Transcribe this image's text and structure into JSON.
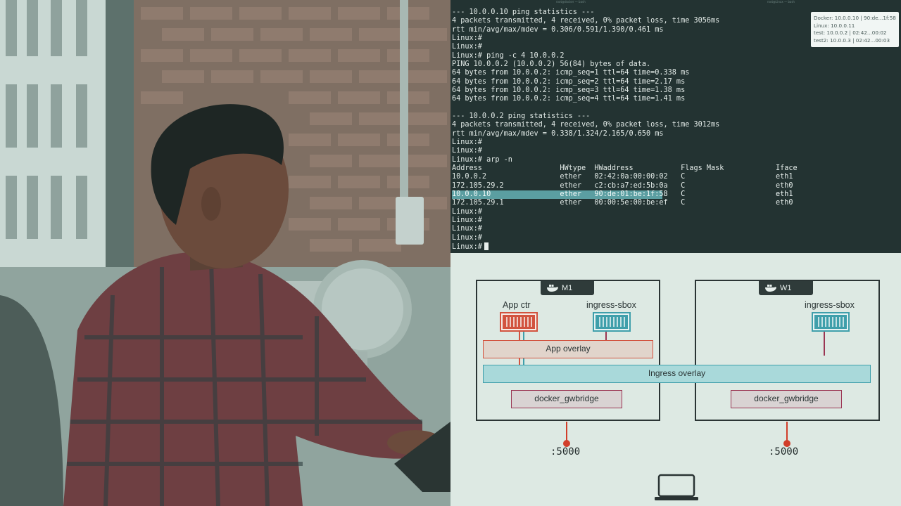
{
  "terminal": {
    "tabs": [
      "root@docker — bash",
      "root@Linux — bash"
    ],
    "lines": [
      "--- 10.0.0.10 ping statistics ---",
      "4 packets transmitted, 4 received, 0% packet loss, time 3056ms",
      "rtt min/avg/max/mdev = 0.306/0.591/1.390/0.461 ms",
      "Linux:#",
      "Linux:#",
      "Linux:# ping -c 4 10.0.0.2",
      "PING 10.0.0.2 (10.0.0.2) 56(84) bytes of data.",
      "64 bytes from 10.0.0.2: icmp_seq=1 ttl=64 time=0.338 ms",
      "64 bytes from 10.0.0.2: icmp_seq=2 ttl=64 time=2.17 ms",
      "64 bytes from 10.0.0.2: icmp_seq=3 ttl=64 time=1.38 ms",
      "64 bytes from 10.0.0.2: icmp_seq=4 ttl=64 time=1.41 ms",
      "",
      "--- 10.0.0.2 ping statistics ---",
      "4 packets transmitted, 4 received, 0% packet loss, time 3012ms",
      "rtt min/avg/max/mdev = 0.338/1.324/2.165/0.650 ms",
      "Linux:#",
      "Linux:#",
      "Linux:# arp -n",
      "Address                  HWtype  HWaddress           Flags Mask            Iface",
      "10.0.0.2                 ether   02:42:0a:00:00:02   C                     eth1",
      "172.105.29.2             ether   c2:cb:a7:ed:5b:0a   C                     eth0",
      "10.0.0.10                ether   90:de:01:be:1f:58   C                     eth1",
      "172.105.29.1             ether   00:00:5e:00:be:ef   C                     eth0",
      "Linux:#",
      "Linux:#",
      "Linux:#",
      "Linux:#",
      "Linux:#"
    ],
    "highlight_line_index": 21,
    "info_box": [
      "Docker: 10.0.0.10 | 90:de...1f:58",
      "Linux: 10.0.0.11",
      "test: 10.0.0.2 | 02:42...00:02",
      "test2: 10.0.0.3 | 02:42...00:03"
    ]
  },
  "diagram": {
    "node_left": {
      "tag": "M1",
      "app_ctr_label": "App ctr",
      "ingress_label": "ingress-sbox",
      "gw_label": "docker_gwbridge",
      "port": ":5000"
    },
    "node_right": {
      "tag": "W1",
      "ingress_label": "ingress-sbox",
      "gw_label": "docker_gwbridge",
      "port": ":5000"
    },
    "app_overlay_label": "App overlay",
    "ingress_overlay_label": "Ingress overlay"
  },
  "colors": {
    "app_red": "#d2533f",
    "ingress_teal": "#3f9fab",
    "gw_maroon": "#9a3553",
    "terminal_bg": "#233332",
    "diagram_bg": "#dde9e3"
  },
  "icons": [
    "docker-whale-icon",
    "laptop-icon"
  ]
}
